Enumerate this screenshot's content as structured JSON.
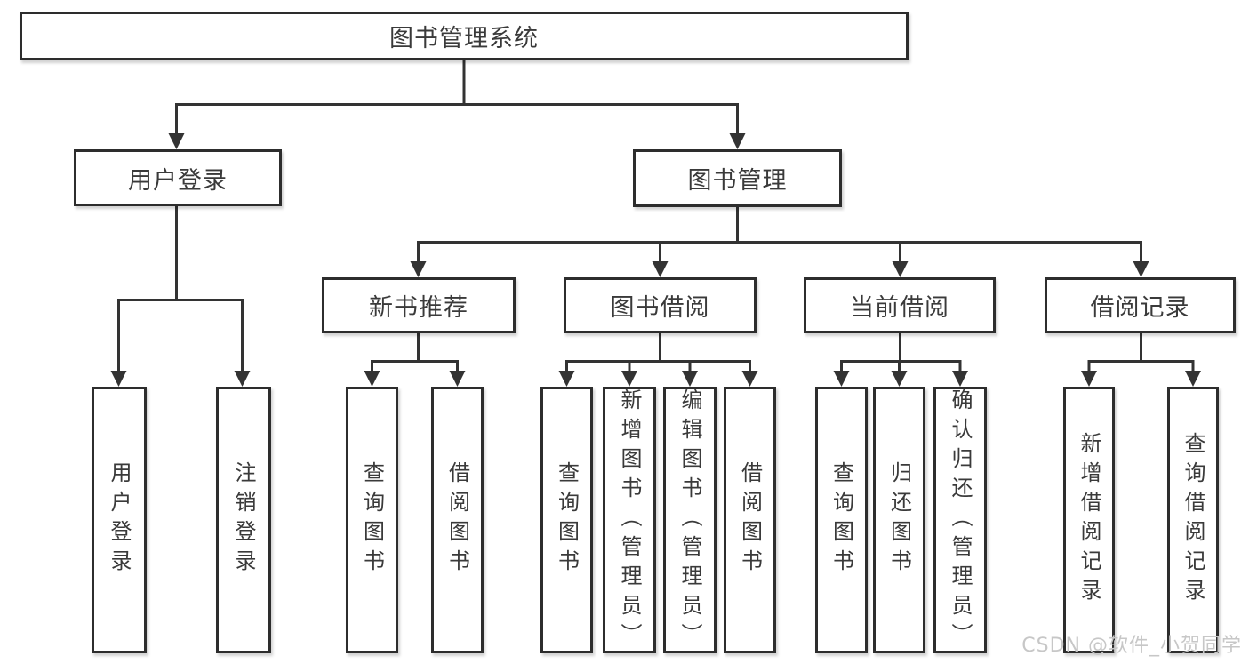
{
  "diagram_title": "图书管理系统",
  "tree": {
    "label": "图书管理系统",
    "children": [
      {
        "label": "用户登录",
        "children": [
          {
            "label": "用户登录"
          },
          {
            "label": "注销登录"
          }
        ]
      },
      {
        "label": "图书管理",
        "children": [
          {
            "label": "新书推荐",
            "children": [
              {
                "label": "查询图书"
              },
              {
                "label": "借阅图书"
              }
            ]
          },
          {
            "label": "图书借阅",
            "children": [
              {
                "label": "查询图书"
              },
              {
                "label": "新增图书（管理员）"
              },
              {
                "label": "编辑图书（管理员）"
              },
              {
                "label": "借阅图书"
              }
            ]
          },
          {
            "label": "当前借阅",
            "children": [
              {
                "label": "查询图书"
              },
              {
                "label": "归还图书"
              },
              {
                "label": "确认归还（管理员）"
              }
            ]
          },
          {
            "label": "借阅记录",
            "children": [
              {
                "label": "新增借阅记录"
              },
              {
                "label": "查询借阅记录"
              }
            ]
          }
        ]
      }
    ]
  },
  "watermark": {
    "text": "CSDN @软件_小贺同学"
  },
  "colors": {
    "background": "#ffffff",
    "line": "#333333",
    "box_border": "#2d2d2d",
    "box_fill": "#ffffff",
    "text": "#3a3a3a",
    "watermark": "#c7c7c7"
  }
}
